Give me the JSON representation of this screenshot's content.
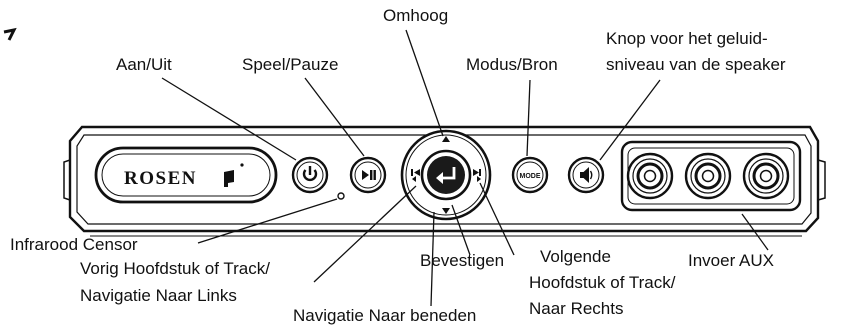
{
  "labels": {
    "omhoog": "Omhoog",
    "aan_uit": "Aan/Uit",
    "speel_pauze": "Speel/Pauze",
    "modus_bron": "Modus/Bron",
    "knop_line1": "Knop voor het geluid-",
    "knop_line2": "sniveau van de speaker",
    "infrarood": "Infrarood Censor",
    "vorig_line1": "Vorig Hoofdstuk of Track/",
    "vorig_line2": "Navigatie Naar  Links",
    "bevestigen": "Bevestigen",
    "volgende_line1": "Volgende",
    "volgende_line2": "Hoofdstuk of Track/",
    "volgende_line3": "Naar Rechts",
    "invoer_aux": "Invoer AUX",
    "navigatie_beneden": "Navigatie Naar beneden"
  },
  "device": {
    "logo_text": "ROSEN",
    "mode_button_text": "MODE"
  }
}
